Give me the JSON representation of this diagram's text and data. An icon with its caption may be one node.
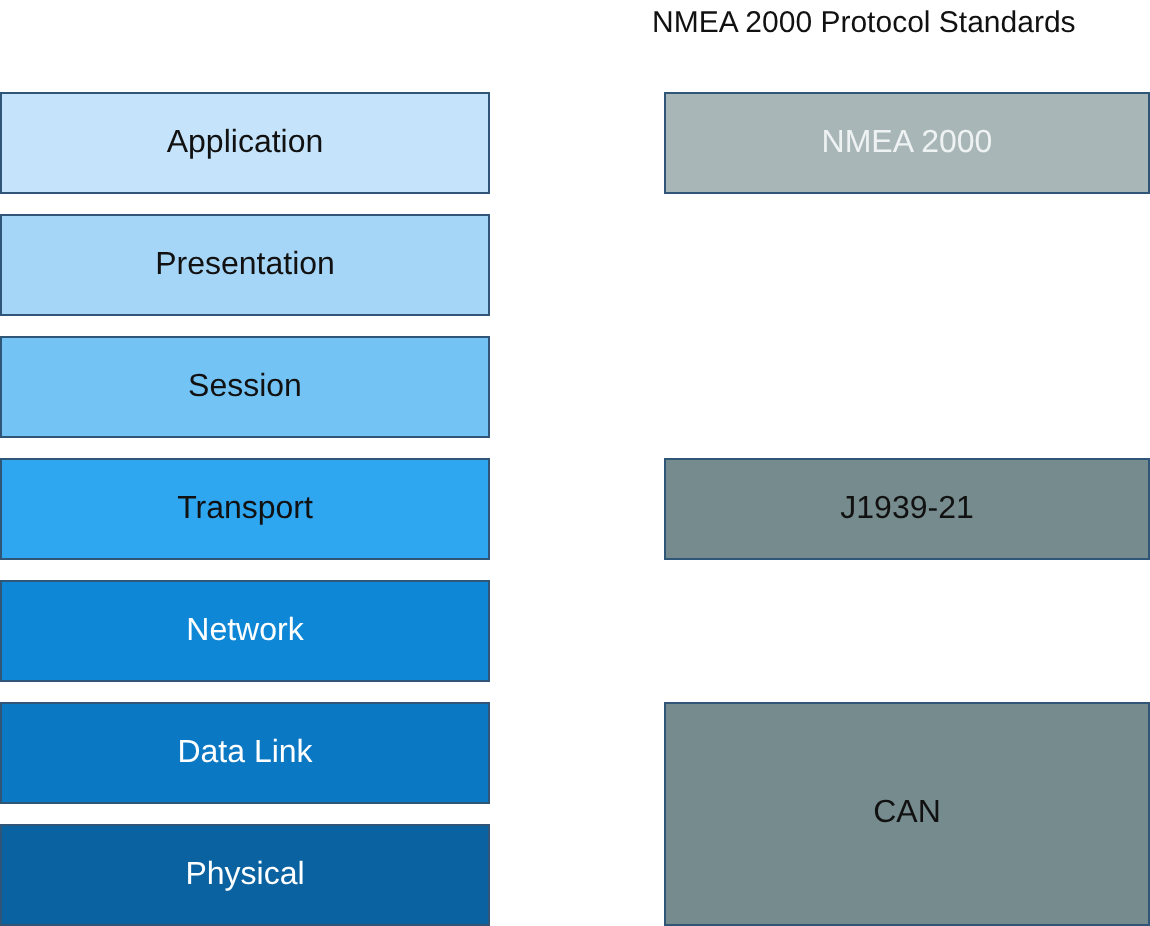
{
  "diagram": {
    "title": "NMEA 2000 Protocol Standards",
    "nodes": [
      {
        "text": [
          "Application"
        ]
      },
      {
        "text": [
          "Presentation"
        ]
      },
      {
        "text": [
          "Session"
        ]
      },
      {
        "text": [
          "Transport"
        ]
      },
      {
        "text": [
          "Network"
        ]
      },
      {
        "text": [
          "Data Link"
        ]
      },
      {
        "text": [
          "Physical"
        ]
      },
      {
        "text": [
          "NMEA 2000"
        ]
      },
      {
        "text": [
          "J1939-21"
        ]
      },
      {
        "text": [
          "CAN"
        ]
      }
    ]
  }
}
